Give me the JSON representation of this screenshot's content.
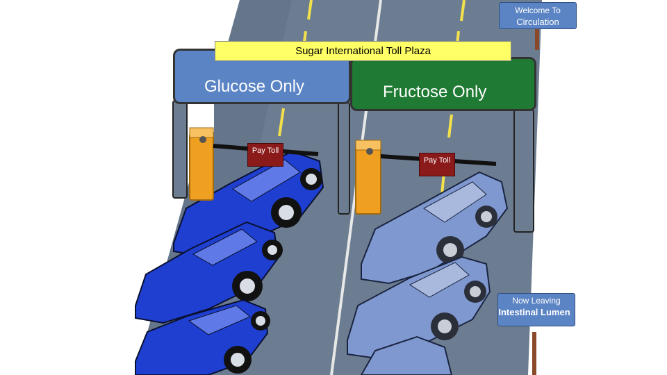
{
  "signs": {
    "welcome": {
      "line1": "Welcome To",
      "line2": "Circulation"
    },
    "leaving": {
      "line1": "Now Leaving",
      "line2": "Intestinal Lumen"
    }
  },
  "plaza": {
    "title": "Sugar International Toll Plaza",
    "lanes": [
      {
        "label": "Glucose Only",
        "color": "#5b84c4"
      },
      {
        "label": "Fructose Only",
        "color": "#1f7a33"
      }
    ]
  },
  "gates": [
    {
      "label": "Pay Toll"
    },
    {
      "label": "Pay Toll"
    }
  ],
  "colors": {
    "road": "#6d7d91",
    "lane_marking": "#f2e14c",
    "glucose_car": "#1f3fd0",
    "fructose_car": "#7f98cf",
    "toll_booth": "#f0a020",
    "barrier": "#111111"
  }
}
